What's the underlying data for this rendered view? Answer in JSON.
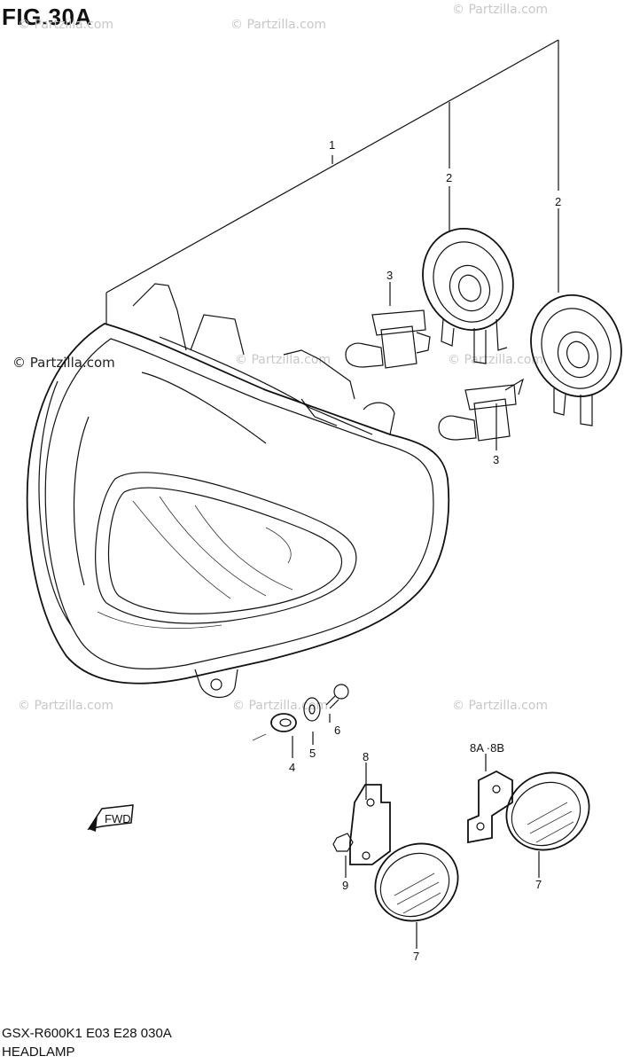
{
  "figure": {
    "title": "FIG.30A",
    "code": "GSX-R600K1 E03 E28  030A",
    "name": "HEADLAMP",
    "direction_label": "FWD"
  },
  "callouts": {
    "c1": "1",
    "c2a": "2",
    "c2b": "2",
    "c3a": "3",
    "c3b": "3",
    "c4": "4",
    "c5": "5",
    "c6": "6",
    "c7a": "7",
    "c7b": "7",
    "c8": "8",
    "c8ab": "8A ·8B",
    "c9": "9"
  },
  "watermarks": {
    "primary": "© Partzilla.com",
    "faint": "© Partzilla.com"
  }
}
